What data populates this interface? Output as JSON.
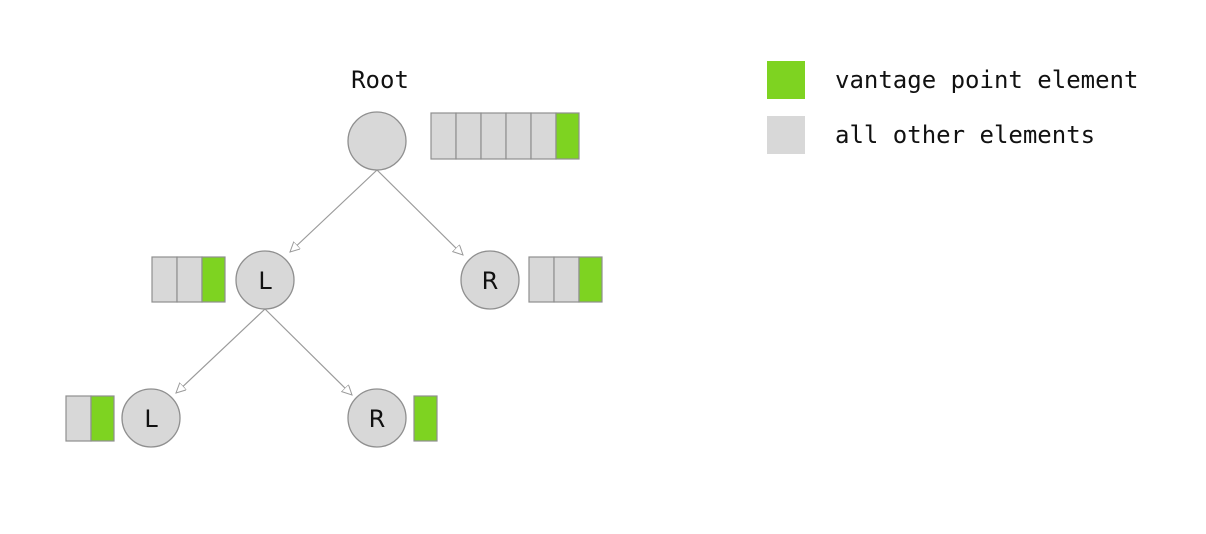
{
  "root_label": "Root",
  "nodes": {
    "root": {
      "label": "",
      "cells": 6
    },
    "l": {
      "label": "L",
      "cells": 3
    },
    "r": {
      "label": "R",
      "cells": 3
    },
    "ll": {
      "label": "L",
      "cells": 2
    },
    "lr": {
      "label": "R",
      "cells": 1
    }
  },
  "legend": {
    "vantage": {
      "label": "vantage point element",
      "color": "#7ed321"
    },
    "other": {
      "label": "all other elements",
      "color": "#d8d8d8"
    }
  }
}
